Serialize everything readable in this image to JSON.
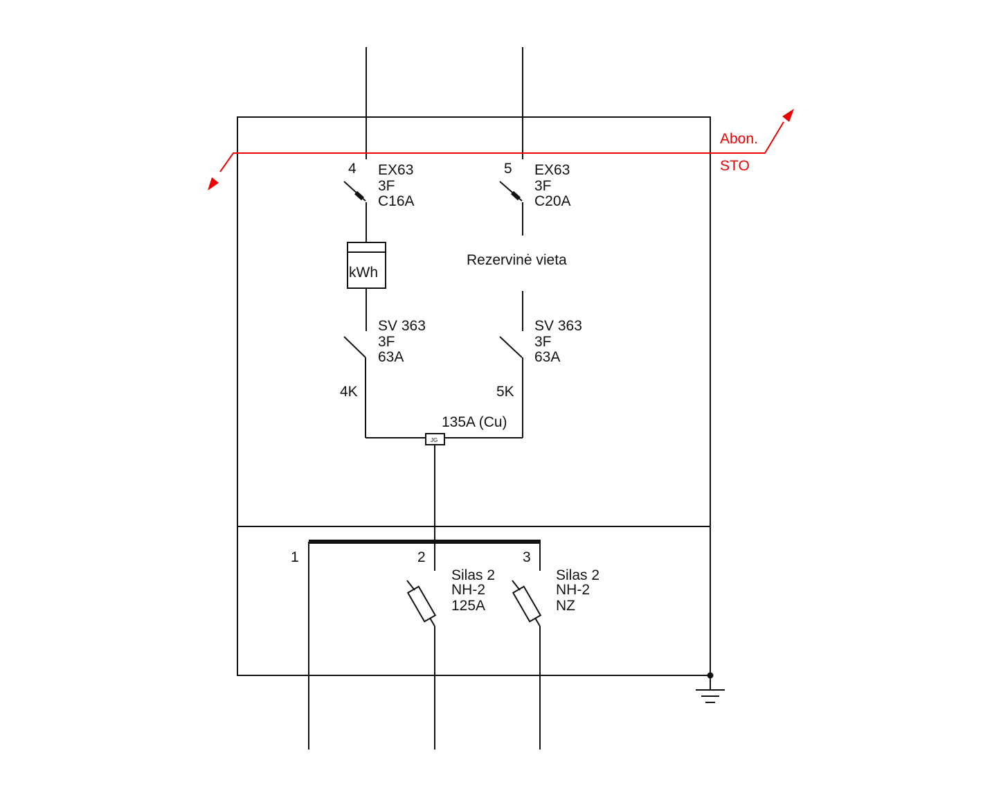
{
  "boundary": {
    "upper_label": "Abon.",
    "lower_label": "STO",
    "color": "#ee0000"
  },
  "circuits": {
    "c4": {
      "number": "4",
      "device": "EX63",
      "poles": "3F",
      "rating": "C16A"
    },
    "c5": {
      "number": "5",
      "device": "EX63",
      "poles": "3F",
      "rating": "C20A"
    }
  },
  "meter": {
    "label": "kWh"
  },
  "reserve": {
    "label": "Rezervinė vieta"
  },
  "switches": {
    "s4": {
      "device": "SV 363",
      "poles": "3F",
      "rating": "63A",
      "tag": "4K"
    },
    "s5": {
      "device": "SV 363",
      "poles": "3F",
      "rating": "63A",
      "tag": "5K"
    }
  },
  "busbar_link": {
    "rating": "135A (Cu)",
    "connector": "JG"
  },
  "terminals": {
    "t1": "1",
    "t2": "2",
    "t3": "3"
  },
  "fuses": {
    "f2": {
      "device": "Silas 2",
      "type": "NH-2",
      "rating": "125A"
    },
    "f3": {
      "device": "Silas 2",
      "type": "NH-2",
      "rating": "NZ"
    }
  },
  "colors": {
    "line": "#111111",
    "boundary": "#ee0000"
  }
}
